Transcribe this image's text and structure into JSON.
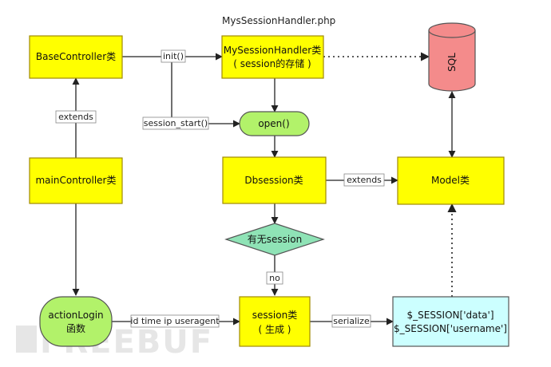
{
  "caption": "MysSessionHandler.php",
  "nodes": {
    "base": "BaseController类",
    "handler_line1": "MySessionHandler类",
    "handler_line2": "( session的存储 )",
    "sql": "SQL",
    "open": "open()",
    "main": "mainController类",
    "dbsession": "Dbsession类",
    "model": "Model类",
    "decision": "有无session",
    "action_line1": "actionLogin",
    "action_line2": "函数",
    "session_line1": "session类",
    "session_line2": "( 生成 )",
    "store_line1": "$_SESSION['data']",
    "store_line2": "$_SESSION['username']"
  },
  "edges": {
    "init": "init()",
    "session_start": "session_start()",
    "extends_left": "extends",
    "extends_mid": "extends",
    "no": "no",
    "id_time": "id time ip useragent",
    "serialize": "serialize"
  },
  "watermark": "FREEBUF",
  "colors": {
    "box": "#ffff00",
    "green": "#b2f26a",
    "diamond": "#8fe3b6",
    "db": "#f48b8b",
    "store": "#ccffff"
  }
}
